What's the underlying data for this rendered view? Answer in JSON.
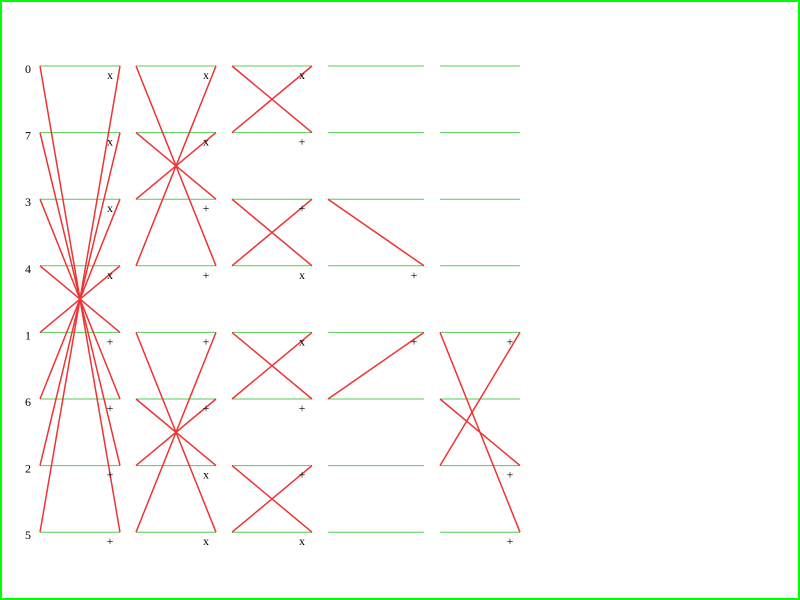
{
  "row_labels": [
    "0",
    "7",
    "3",
    "4",
    "1",
    "6",
    "2",
    "5"
  ],
  "stages": [
    {
      "marks": [
        "x",
        "x",
        "x",
        "x",
        "+",
        "+",
        "+",
        "+"
      ],
      "crossings": [
        [
          0,
          7
        ],
        [
          1,
          6
        ],
        [
          2,
          5
        ],
        [
          3,
          4
        ],
        [
          4,
          3
        ],
        [
          5,
          2
        ],
        [
          6,
          1
        ],
        [
          7,
          0
        ]
      ]
    },
    {
      "marks": [
        "x",
        "x",
        "+",
        "+",
        "+",
        "+",
        "x",
        "x"
      ],
      "crossings": [
        [
          0,
          3
        ],
        [
          1,
          2
        ],
        [
          2,
          1
        ],
        [
          3,
          0
        ],
        [
          4,
          7
        ],
        [
          5,
          6
        ],
        [
          6,
          5
        ],
        [
          7,
          4
        ]
      ]
    },
    {
      "marks": [
        "x",
        "+",
        "+",
        "x",
        "x",
        "+",
        "+",
        "x"
      ],
      "crossings": [
        [
          0,
          1
        ],
        [
          1,
          0
        ],
        [
          2,
          3
        ],
        [
          3,
          2
        ],
        [
          4,
          5
        ],
        [
          5,
          4
        ],
        [
          6,
          7
        ],
        [
          7,
          6
        ]
      ]
    },
    {
      "marks": [
        "",
        "",
        "",
        "+",
        "+",
        "",
        "",
        ""
      ],
      "crossings": [
        [
          2,
          3
        ],
        [
          5,
          4
        ]
      ]
    },
    {
      "marks": [
        "",
        "",
        "",
        "",
        "+",
        "",
        "+",
        "+"
      ],
      "crossings": [
        [
          4,
          7
        ],
        [
          5,
          6
        ],
        [
          6,
          4
        ]
      ]
    }
  ]
}
